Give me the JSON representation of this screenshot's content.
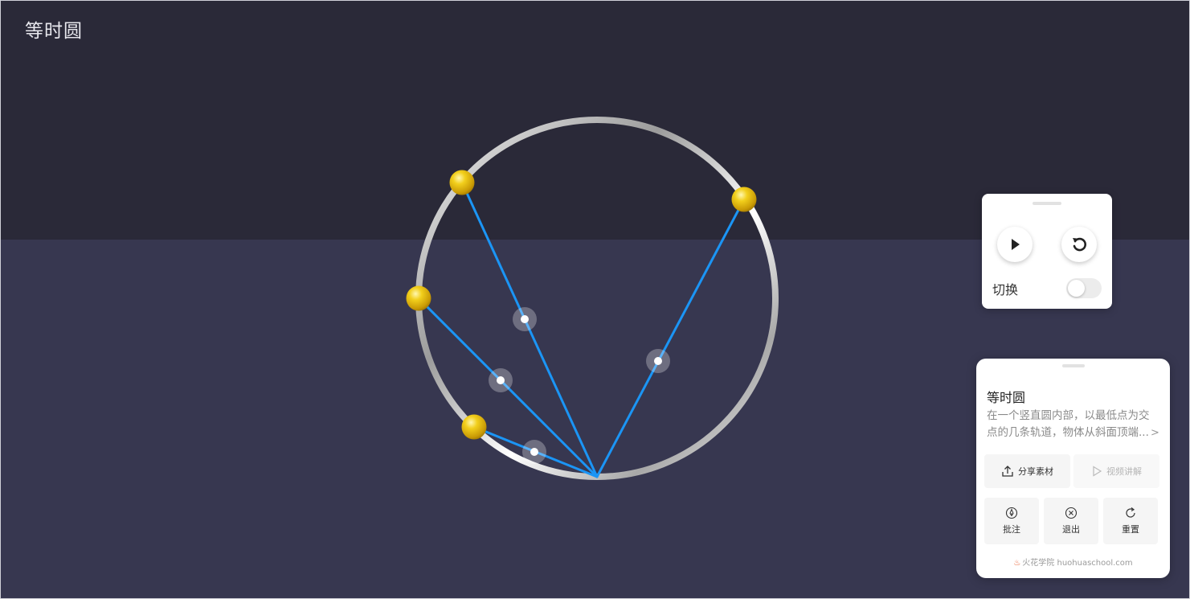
{
  "page": {
    "title": "等时圆",
    "background_top": "#2a2938",
    "background_bottom": "#373750"
  },
  "scene": {
    "circle_color": "#d9d9d9",
    "track_color": "#1b95f5",
    "ball_color": "#e8bf10",
    "balls_count": 4,
    "markers_count": 4
  },
  "controls": {
    "play_icon": "play-icon",
    "replay_icon": "replay-icon",
    "toggle_label": "切换",
    "toggle_on": false
  },
  "info_card": {
    "title": "等时圆",
    "description_line1": "在一个竖直圆内部，以最低点为交",
    "description_line2": "点的几条轨道，物体从斜面顶端...",
    "more_arrow": ">",
    "share_label": "分享素材",
    "video_label": "视频讲解",
    "annotate_label": "批注",
    "exit_label": "退出",
    "reset_label": "重置",
    "footer_text": "火花学院 huohuaschool.com",
    "footer_logo": "fire-logo"
  }
}
